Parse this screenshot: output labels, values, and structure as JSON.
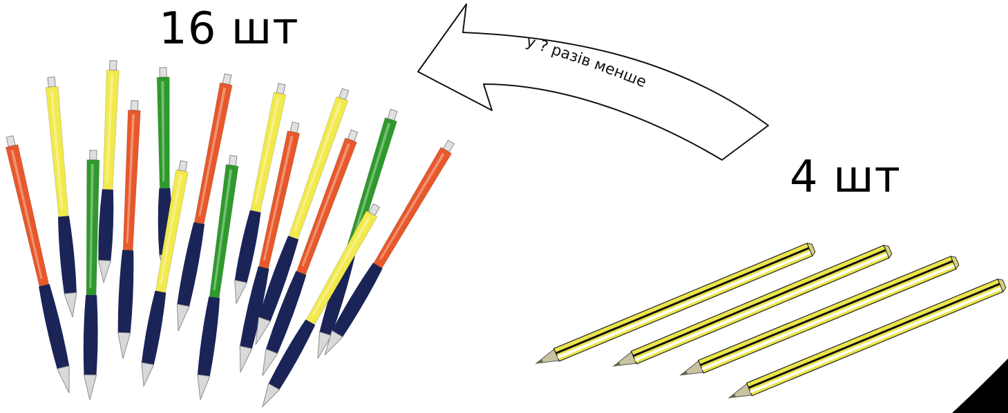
{
  "pens": {
    "count_label": "16 шт",
    "colors": [
      "orange",
      "yellow",
      "yellow",
      "orange",
      "green",
      "green",
      "orange",
      "yellow",
      "orange",
      "yellow",
      "green",
      "yellow",
      "orange",
      "orange",
      "green",
      "yellow"
    ]
  },
  "pencils": {
    "count_label": "4 шт",
    "count": 4
  },
  "arrow": {
    "label": "у ? разів менше",
    "direction": "from pencils to pens"
  },
  "palette": {
    "orange": "#e8582a",
    "yellow": "#f2ea4c",
    "green": "#2e9a2c",
    "grip": "#1b2457",
    "tip": "#d9d9d9",
    "pencil_yellow": "#ece54a",
    "pencil_lead": "#6b6b54"
  }
}
